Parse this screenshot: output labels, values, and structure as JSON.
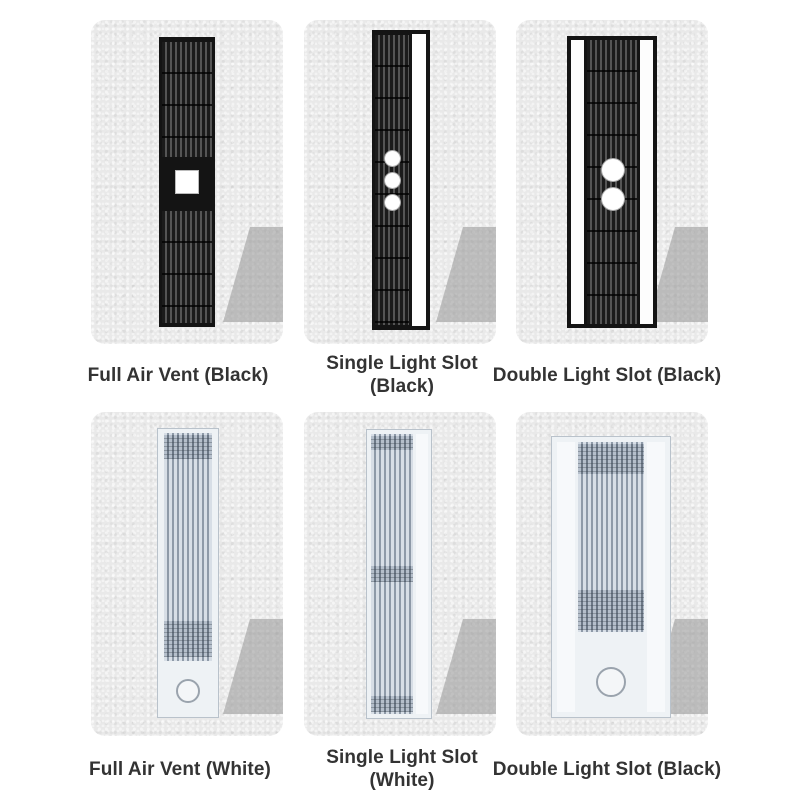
{
  "products": [
    {
      "caption": "Full Air Vent (Black)"
    },
    {
      "caption": "Single Light Slot (Black)"
    },
    {
      "caption": "Double Light Slot (Black)"
    },
    {
      "caption": "Full Air Vent (White)"
    },
    {
      "caption": "Single Light Slot (White)"
    },
    {
      "caption": "Double Light Slot (Black)"
    }
  ]
}
